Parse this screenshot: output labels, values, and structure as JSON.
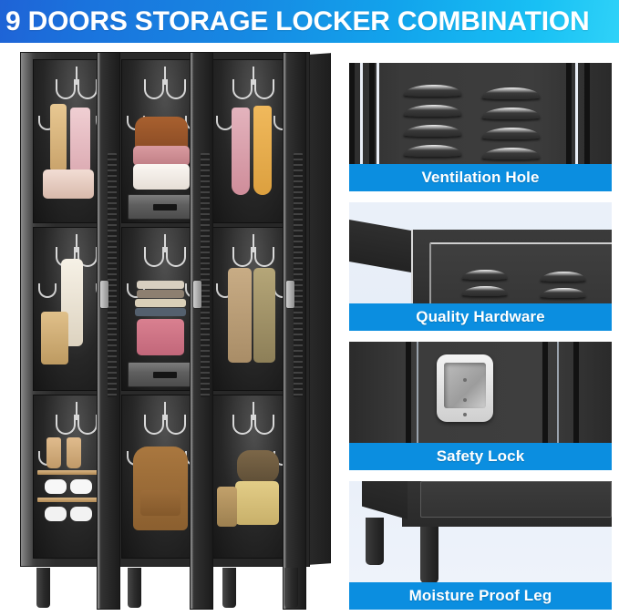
{
  "header": {
    "title": "9 DOORS STORAGE LOCKER COMBINATION",
    "gradient_from": "#1f63d6",
    "gradient_to": "#2fd2f8",
    "text_color": "#ffffff"
  },
  "theme": {
    "accent_blue": "#0b8ee0",
    "panel_background": "#eef3fa",
    "metal_dark": "#2c2c2c",
    "metal_light": "#8a8a8a",
    "chrome": "#d8d8d8",
    "page_background": "#ffffff"
  },
  "hero": {
    "name": "9-door metal storage locker",
    "rows": 3,
    "columns": 3,
    "doors": 9,
    "cubbies": [
      {
        "position": "top-left",
        "contents": "handbags and pink garments on hooks"
      },
      {
        "position": "top-center",
        "contents": "brown leather bag, knit blanket and white bedding"
      },
      {
        "position": "top-right",
        "contents": "pink and yellow scarves on hooks"
      },
      {
        "position": "middle-left",
        "contents": "lace garment and tan tote bag"
      },
      {
        "position": "middle-center",
        "contents": "folded towels and pink quilted bag"
      },
      {
        "position": "middle-right",
        "contents": "beige jacket and patterned coat"
      },
      {
        "position": "bottom-left",
        "contents": "tan boots and white sneakers on wooden shelves"
      },
      {
        "position": "bottom-center",
        "contents": "brown leather backpack"
      },
      {
        "position": "bottom-right",
        "contents": "duffel bag and yellow quilted bag"
      }
    ]
  },
  "features": [
    {
      "label": "Ventilation Hole",
      "icon": "louvre-vent-icon",
      "image": "close-up of stamped louvre ventilation slots on locker door"
    },
    {
      "label": "Quality Hardware",
      "icon": "corner-frame-icon",
      "image": "close-up of reinforced top corner and door frame"
    },
    {
      "label": "Safety Lock",
      "icon": "lock-icon",
      "image": "close-up of recessed chrome padlock latch handle"
    },
    {
      "label": "Moisture Proof Leg",
      "icon": "leg-icon",
      "image": "close-up of elevated metal legs under cabinet"
    }
  ]
}
